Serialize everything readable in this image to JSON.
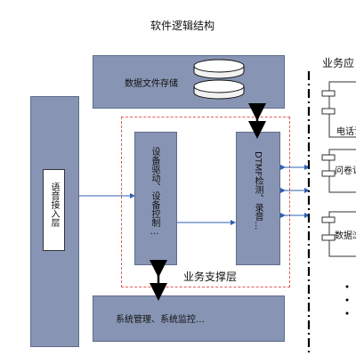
{
  "title": "软件逻辑结构",
  "boxes": {
    "storage": "数据文件存储",
    "voice_access": "语音接入层",
    "device_driver": "设备驱动、设备控制…",
    "dtmf": "DTMF检测、录音…",
    "system_mgmt": "系统管理、系统监控…"
  },
  "support_layer_label": "业务支撑层",
  "business_app": {
    "header": "业务应",
    "items": [
      "电话访",
      "问卷访",
      "数据浏"
    ]
  },
  "colors": {
    "box_fill": "#8794b3",
    "box_border": "#5f6c8c",
    "dashed_border": "#e05a5a",
    "arrow_blue": "#2f5fb3",
    "arrow_black": "#000000"
  }
}
